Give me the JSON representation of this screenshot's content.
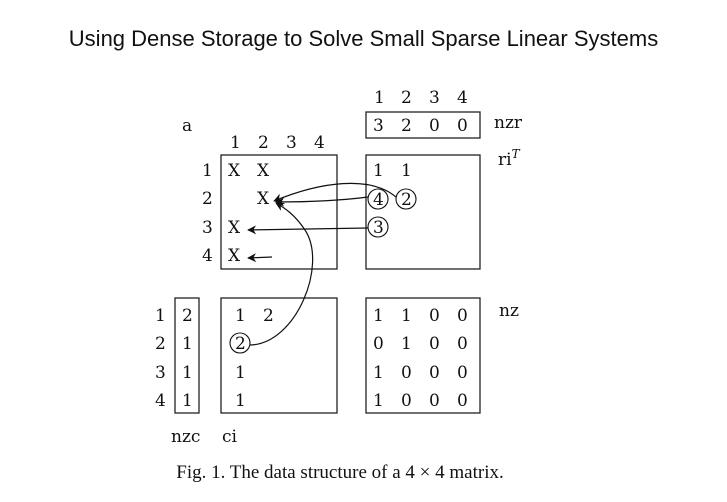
{
  "title": "Using Dense Storage to Solve Small Sparse Linear Systems",
  "caption": "Fig. 1.   The data structure of a 4 × 4 matrix.",
  "labels": {
    "a": "a",
    "nzr": "nzr",
    "ri": "ri",
    "ri_sup": "T",
    "nz": "nz",
    "nzc": "nzc",
    "ci": "ci"
  },
  "col_indices": [
    "1",
    "2",
    "3",
    "4"
  ],
  "row_indices": [
    "1",
    "2",
    "3",
    "4"
  ],
  "nzr_values": [
    "3",
    "2",
    "0",
    "0"
  ],
  "a_matrix": [
    [
      "X",
      "X",
      "",
      ""
    ],
    [
      "",
      "X",
      "",
      ""
    ],
    [
      "X",
      "",
      "",
      ""
    ],
    [
      "X",
      "",
      "",
      ""
    ]
  ],
  "ri_rows": [
    [
      "1",
      "1"
    ],
    [
      "4",
      "2"
    ],
    [
      "3",
      ""
    ],
    [
      "",
      ""
    ]
  ],
  "nzc_values": [
    "2",
    "1",
    "1",
    "1"
  ],
  "ci_rows": [
    [
      "1",
      "2"
    ],
    [
      "2",
      ""
    ],
    [
      "1",
      ""
    ],
    [
      "1",
      ""
    ]
  ],
  "nz_matrix": [
    [
      "1",
      "1",
      "0",
      "0"
    ],
    [
      "0",
      "1",
      "0",
      "0"
    ],
    [
      "1",
      "0",
      "0",
      "0"
    ],
    [
      "1",
      "0",
      "0",
      "0"
    ]
  ]
}
